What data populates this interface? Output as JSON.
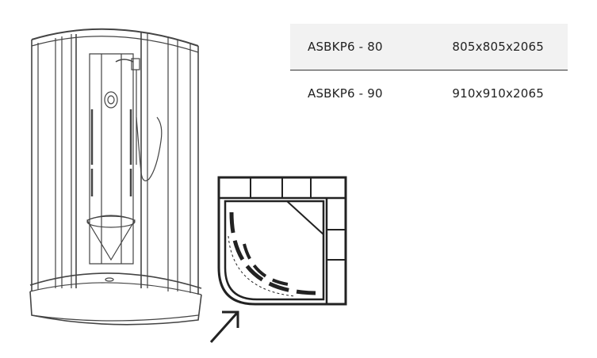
{
  "models": [
    {
      "code": "ASBKP6 - 80",
      "dimensions": "805x805x2065"
    },
    {
      "code": "ASBKP6 - 90",
      "dimensions": "910x910x2065"
    }
  ],
  "colors": {
    "line": "#333333",
    "header_bg": "#f2f2f2"
  },
  "icons": [
    "shower-cabin-illustration",
    "floor-plan-icon",
    "arrow-icon"
  ]
}
